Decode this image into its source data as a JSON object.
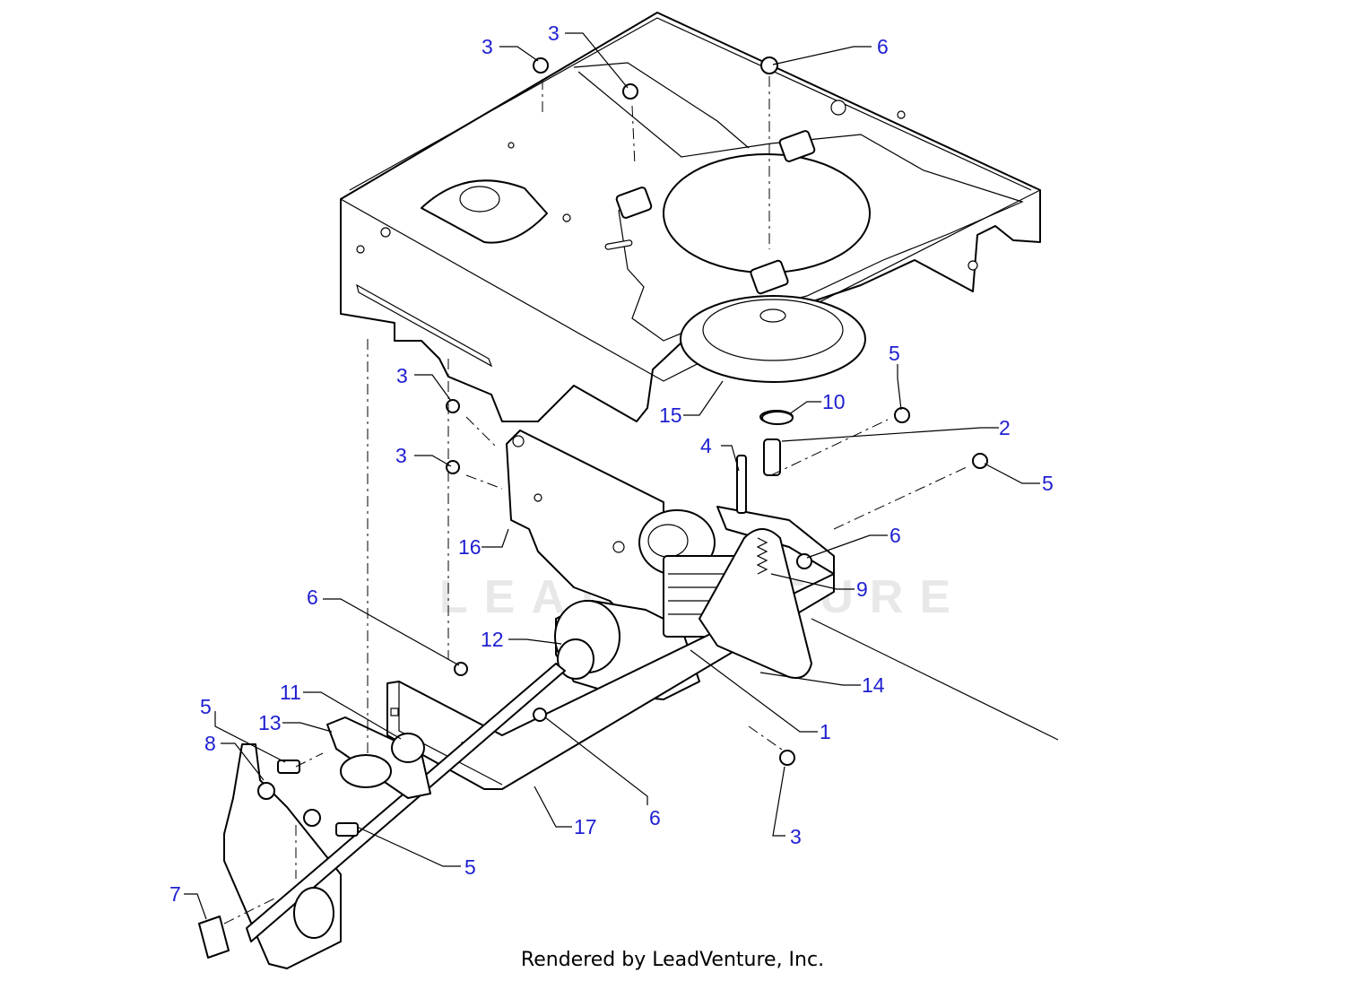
{
  "callouts": [
    {
      "id": "c3a",
      "text": "3"
    },
    {
      "id": "c3b",
      "text": "3"
    },
    {
      "id": "c6a",
      "text": "6"
    },
    {
      "id": "c3c",
      "text": "3"
    },
    {
      "id": "c5a",
      "text": "5"
    },
    {
      "id": "c10",
      "text": "10"
    },
    {
      "id": "c15",
      "text": "15"
    },
    {
      "id": "c2",
      "text": "2"
    },
    {
      "id": "c4",
      "text": "4"
    },
    {
      "id": "c3d",
      "text": "3"
    },
    {
      "id": "c5b",
      "text": "5"
    },
    {
      "id": "c6b",
      "text": "6"
    },
    {
      "id": "c16",
      "text": "16"
    },
    {
      "id": "c9",
      "text": "9"
    },
    {
      "id": "c6c",
      "text": "6"
    },
    {
      "id": "c12",
      "text": "12"
    },
    {
      "id": "c14",
      "text": "14"
    },
    {
      "id": "c11",
      "text": "11"
    },
    {
      "id": "c5c",
      "text": "5"
    },
    {
      "id": "c13",
      "text": "13"
    },
    {
      "id": "c1",
      "text": "1"
    },
    {
      "id": "c8",
      "text": "8"
    },
    {
      "id": "c6d",
      "text": "6"
    },
    {
      "id": "c17",
      "text": "17"
    },
    {
      "id": "c3e",
      "text": "3"
    },
    {
      "id": "c5d",
      "text": "5"
    },
    {
      "id": "c7",
      "text": "7"
    }
  ],
  "watermark": "LEADVENTURE",
  "footer": "Rendered by LeadVenture, Inc.",
  "colors": {
    "callout": "#1f1fd1",
    "line": "#000000",
    "background": "#ffffff"
  }
}
